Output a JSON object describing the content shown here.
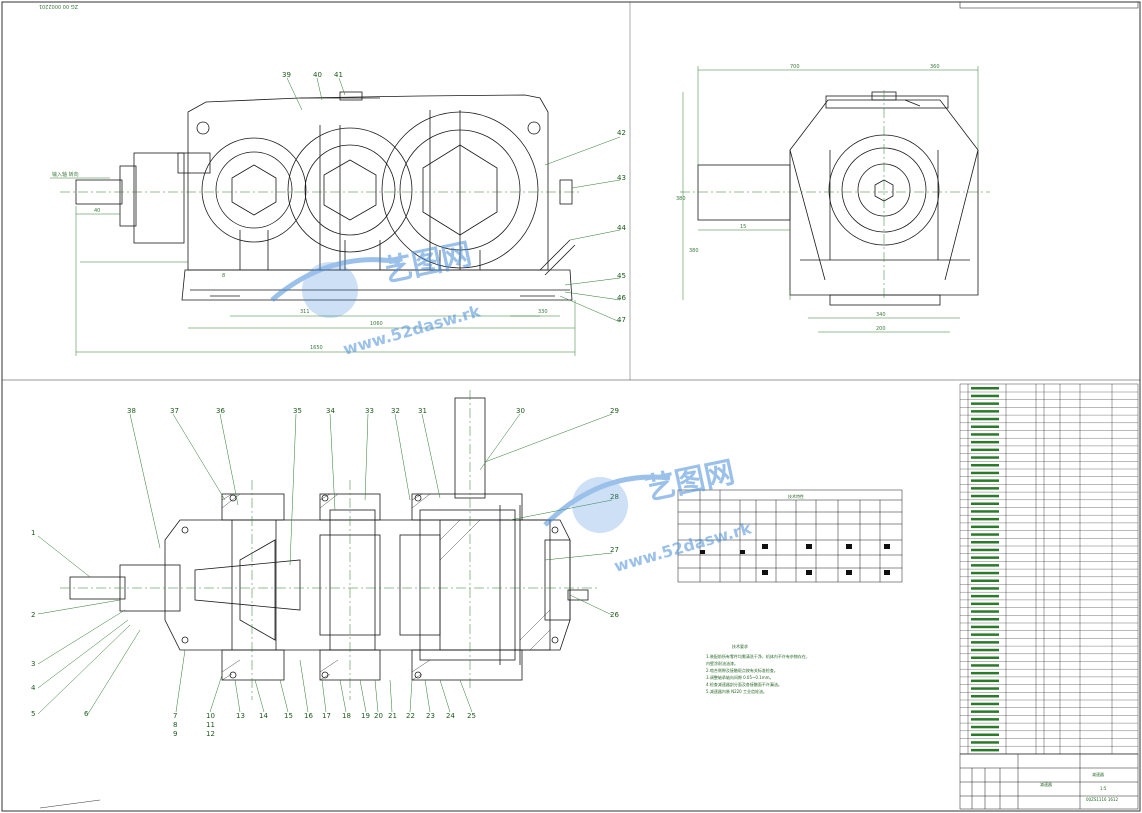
{
  "drawing": {
    "code_stamp": "ZG 00 0002201",
    "input_label": "输入轴 转向",
    "front_dims": [
      "40",
      "311",
      "1060",
      "1650",
      "330",
      "8"
    ],
    "side_dims": [
      "700",
      "360",
      "380",
      "380",
      "340",
      "200",
      "15"
    ],
    "top_callouts": [
      "39",
      "40",
      "41",
      "42",
      "43",
      "44",
      "45",
      "46",
      "47"
    ],
    "bottom_top_callouts": [
      "38",
      "37",
      "36",
      "35",
      "34",
      "33",
      "32",
      "31",
      "30",
      "29",
      "28",
      "27",
      "26"
    ],
    "bottom_left_callouts": [
      "1",
      "2",
      "3",
      "4",
      "5",
      "6"
    ],
    "bottom_row_callouts": [
      "7",
      "8",
      "9",
      "10",
      "11",
      "12",
      "13",
      "14",
      "15",
      "16",
      "17",
      "18",
      "19",
      "20",
      "21",
      "22",
      "23",
      "24",
      "25"
    ],
    "notes_title": "技术要求",
    "notes": [
      "1.装配前所有零件均需清洗干净，机体内不许有杂物存在，",
      "  内壁涂耐油油漆。",
      "2.啮合侧隙及接触斑点按有关标准检查。",
      "3.调整轴承轴向间隙 0.05~0.1mm。",
      "4.检查减速器剖分面及各接触面不许漏油。",
      "5.减速器内装 N220 工业齿轮油。"
    ],
    "char_title": "技术特性",
    "title_block": {
      "name": "减速器",
      "number": "00ZS1116 1612",
      "scale": "1:5"
    }
  },
  "watermark": {
    "brand": "艺图网",
    "url": "www.52dasw.rk"
  },
  "colors": {
    "line": "#1a1a1a",
    "accent": "#3a9a3a",
    "watermark": "#4a90d9"
  }
}
